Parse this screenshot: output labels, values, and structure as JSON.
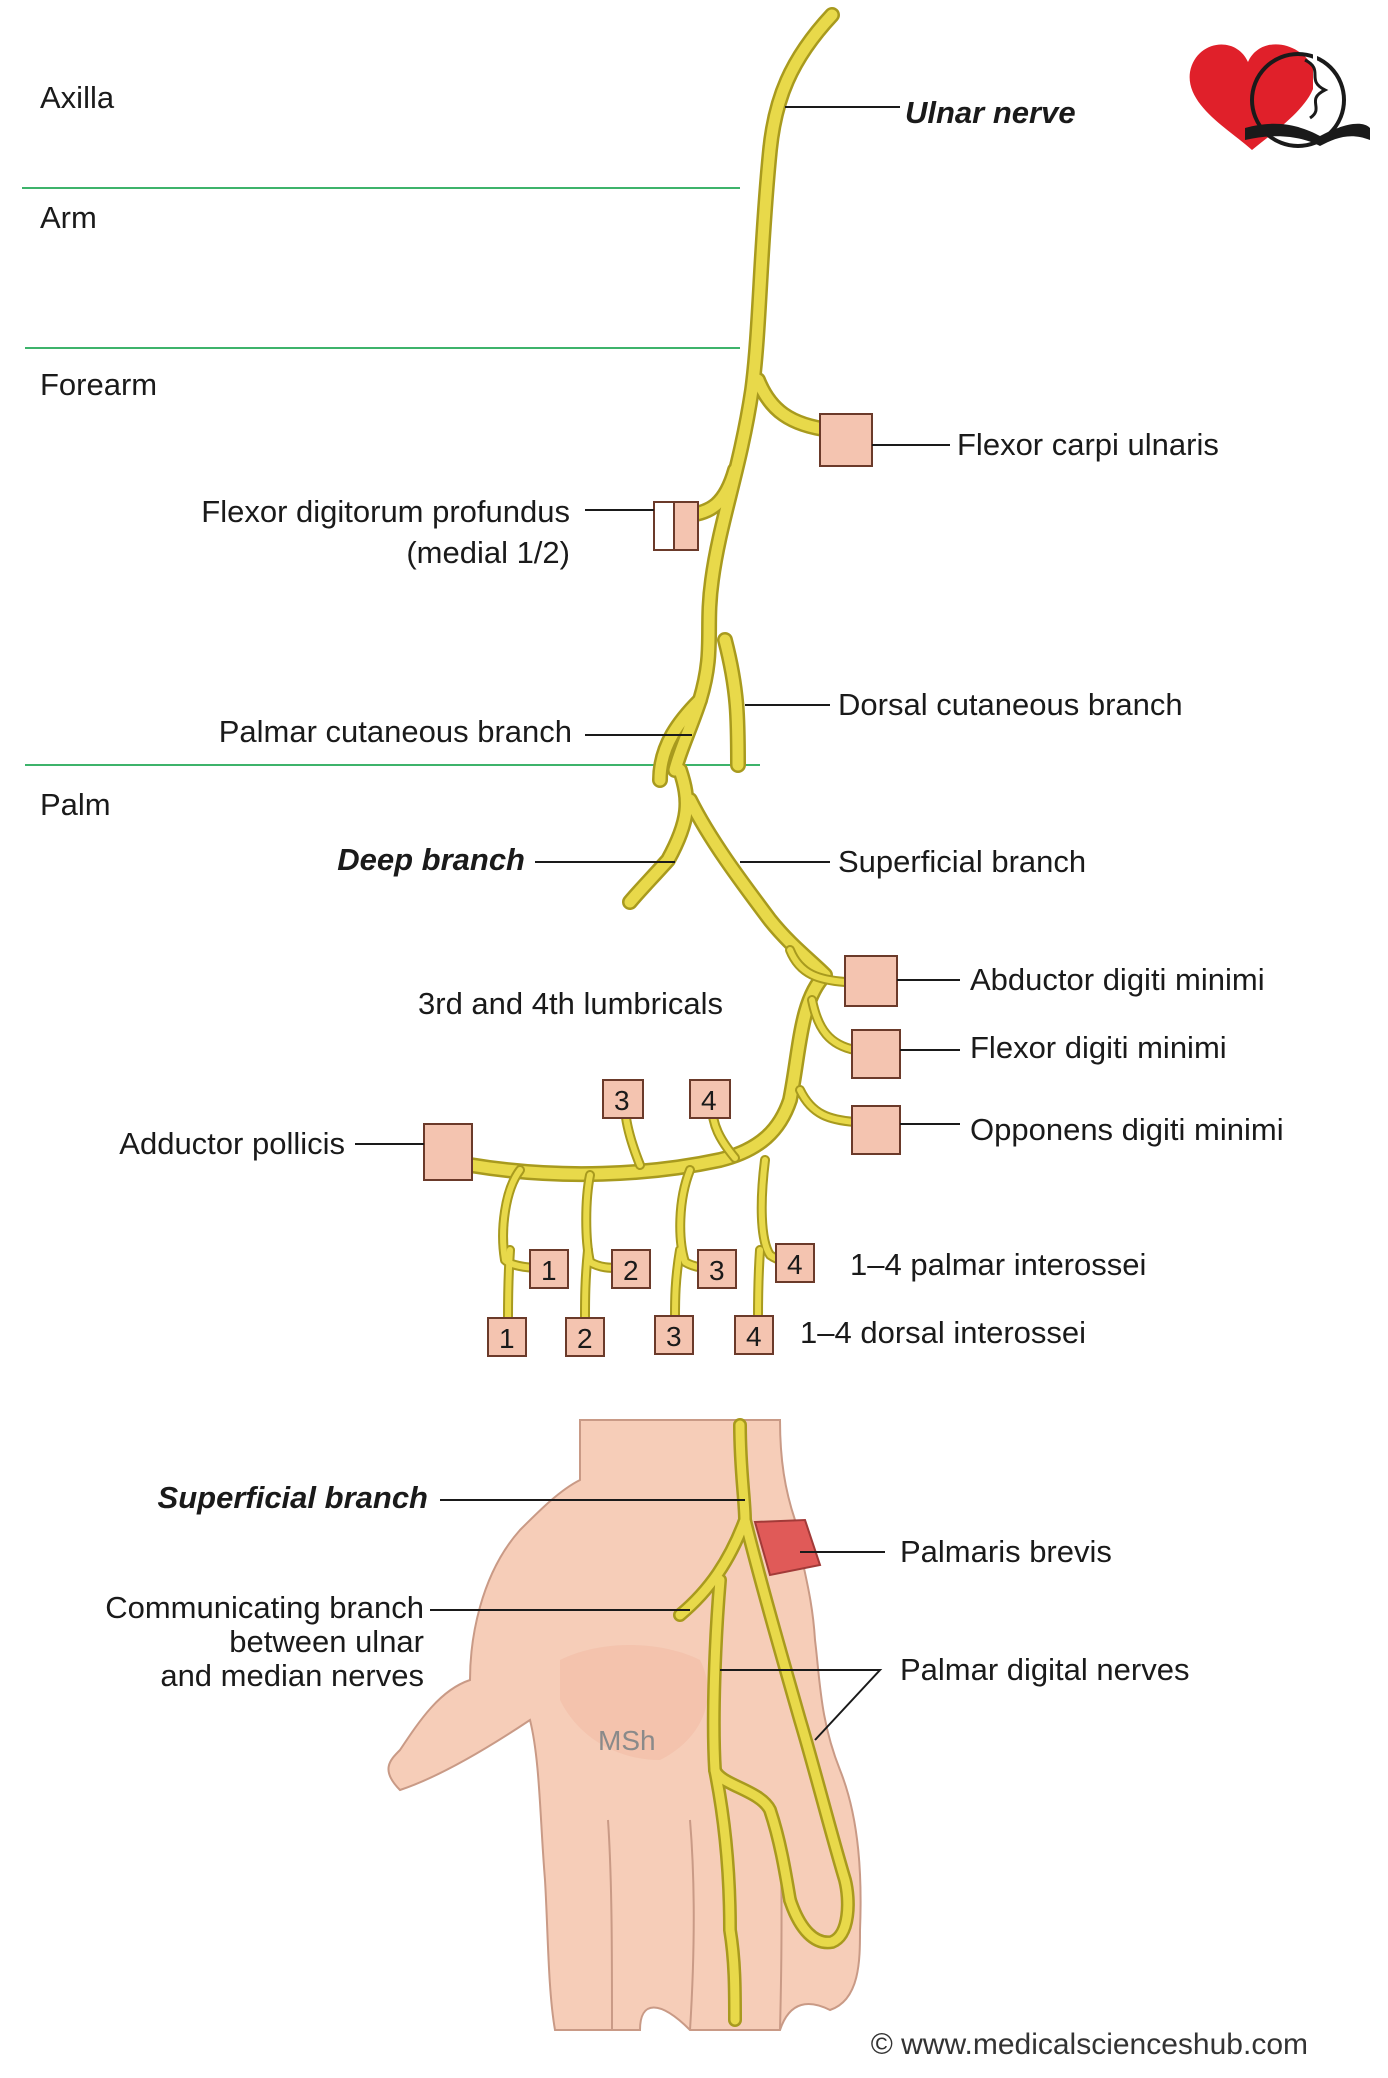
{
  "zones": {
    "axilla": "Axilla",
    "arm": "Arm",
    "forearm": "Forearm",
    "palm": "Palm"
  },
  "labels": {
    "ulnar_nerve": "Ulnar nerve",
    "flexor_carpi_ulnaris": "Flexor carpi ulnaris",
    "fdp_line1": "Flexor digitorum profundus",
    "fdp_line2": "(medial 1/2)",
    "dorsal_cutaneous": "Dorsal cutaneous branch",
    "palmar_cutaneous": "Palmar cutaneous branch",
    "deep_branch": "Deep branch",
    "superficial_branch": "Superficial branch",
    "abductor_digiti_minimi": "Abductor digiti minimi",
    "lumbricals": "3rd and 4th lumbricals",
    "flexor_digiti_minimi": "Flexor digiti minimi",
    "opponens_digiti_minimi": "Opponens digiti minimi",
    "adductor_pollicis": "Adductor pollicis",
    "palmar_interossei": "1–4 palmar interossei",
    "dorsal_interossei": "1–4 dorsal interossei"
  },
  "box_numbers": {
    "lumbricals": [
      "3",
      "4"
    ],
    "palmar": [
      "1",
      "2",
      "3",
      "4"
    ],
    "dorsal": [
      "1",
      "2",
      "3",
      "4"
    ]
  },
  "hand_labels": {
    "superficial_branch": "Superficial branch",
    "palmaris_brevis": "Palmaris brevis",
    "communicating_line1": "Communicating branch",
    "communicating_line2": "between ulnar",
    "communicating_line3": "and median nerves",
    "palmar_digital": "Palmar digital nerves",
    "watermark": "MSh"
  },
  "footer": {
    "copyright": "© www.medicalscienceshub.com"
  },
  "logo": {
    "text": "medicalscienceshub logo"
  },
  "colors": {
    "nerve": "#e8d94a",
    "nerve_outline": "#a89a1e",
    "muscle": "#f4c4b0",
    "zone_line": "#3db36b",
    "skin": "#f6cdb8",
    "logo_heart": "#e0202a"
  }
}
